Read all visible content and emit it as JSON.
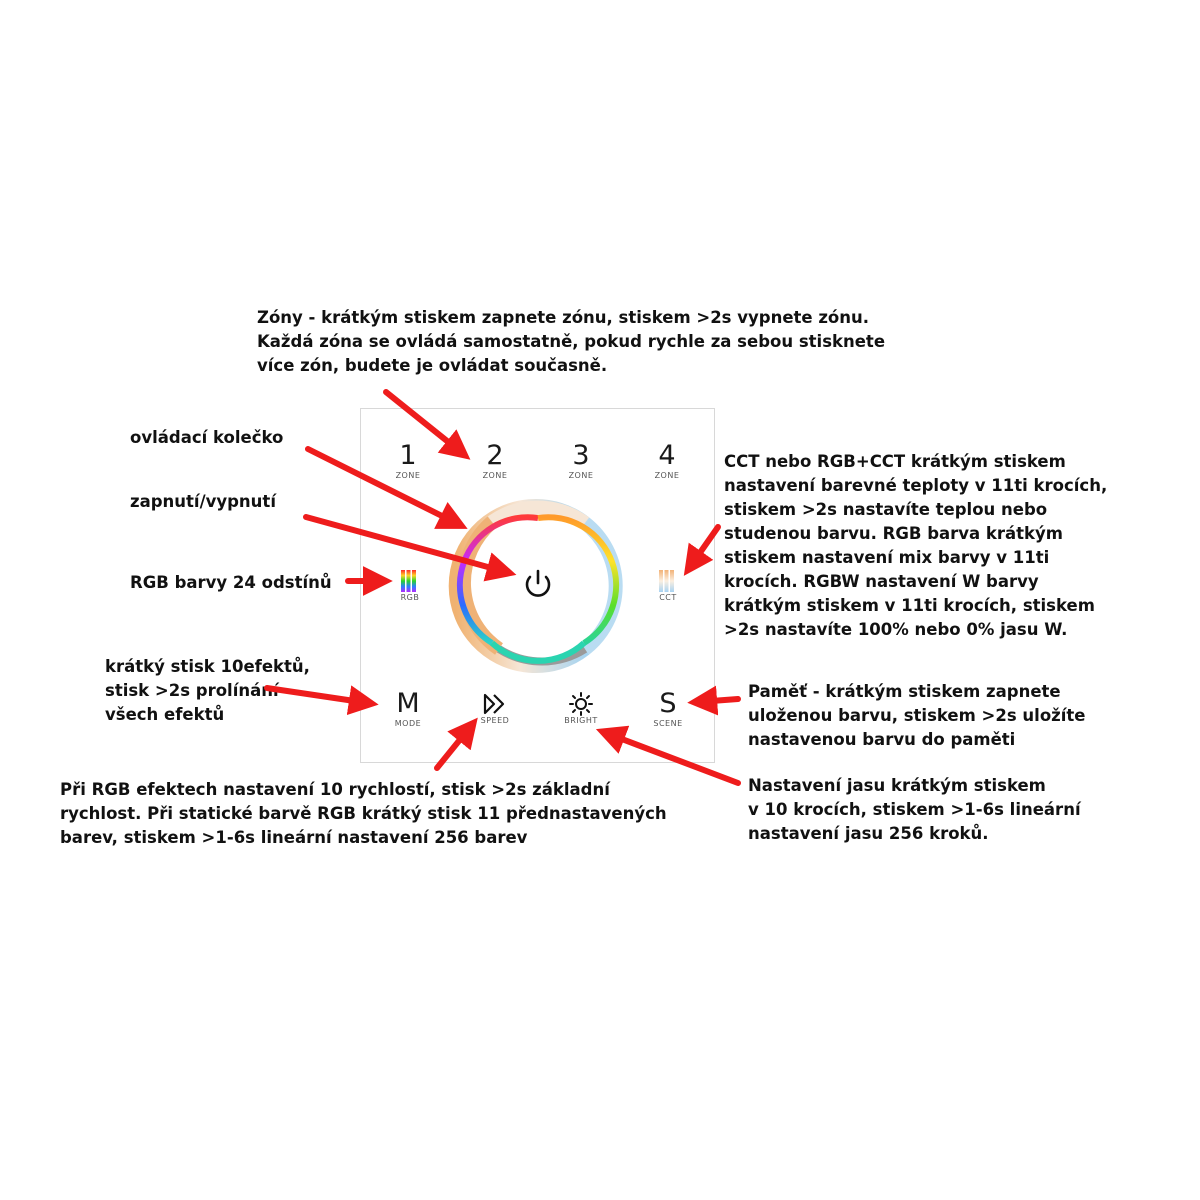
{
  "annotations": {
    "zones": "Zóny - krátkým stiskem zapnete zónu, stiskem >2s vypnete zónu.\nKaždá zóna se ovládá samostatně, pokud rychle za sebou stisknete\nvíce zón, budete je ovládat současně.",
    "wheel": "ovládací kolečko",
    "power": "zapnutí/vypnutí",
    "rgb": "RGB barvy 24 odstínů",
    "mode": "krátký stisk 10efektů,\nstisk >2s prolínání\nvšech efektů",
    "speed": "Při RGB efektech nastavení 10 rychlostí, stisk >2s základní\nrychlost. Při statické barvě RGB krátký stisk 11 přednastavených\nbarev, stiskem >1-6s lineární nastavení 256 barev",
    "cct": "CCT nebo RGB+CCT krátkým stiskem\nnastavení barevné teploty v 11ti krocích,\nstiskem >2s nastavíte teplou nebo\nstudenou barvu. RGB barva krátkým\nstiskem nastavení mix barvy v 11ti\nkrocích. RGBW nastavení W barvy\nkrátkým stiskem v 11ti krocích, stiskem\n>2s nastavíte 100% nebo 0% jasu W.",
    "scene": "Paměť - krátkým stiskem zapnete\nuloženou barvu, stiskem >2s uložíte\nnastavenou barvu do paměti",
    "bright": "Nastavení jasu krátkým stiskem\nv 10 krocích, stiskem >1-6s lineární\nnastavení jasu 256 kroků."
  },
  "panel": {
    "zones": [
      {
        "number": "1",
        "label": "ZONE"
      },
      {
        "number": "2",
        "label": "ZONE"
      },
      {
        "number": "3",
        "label": "ZONE"
      },
      {
        "number": "4",
        "label": "ZONE"
      }
    ],
    "rgb_label": "RGB",
    "cct_label": "CCT",
    "mode": {
      "letter": "M",
      "label": "MODE"
    },
    "speed_label": "SPEED",
    "bright_label": "BRIGHT",
    "scene": {
      "letter": "S",
      "label": "SCENE"
    }
  },
  "icons": {
    "power": "power-icon",
    "speed": "fast-forward-icon",
    "bright": "sun-icon",
    "rgb": "rgb-bars-icon",
    "cct": "cct-bars-icon"
  },
  "colors": {
    "arrow": "#ee1c1c",
    "text": "#111111",
    "panel_border": "#d8d8d8"
  }
}
